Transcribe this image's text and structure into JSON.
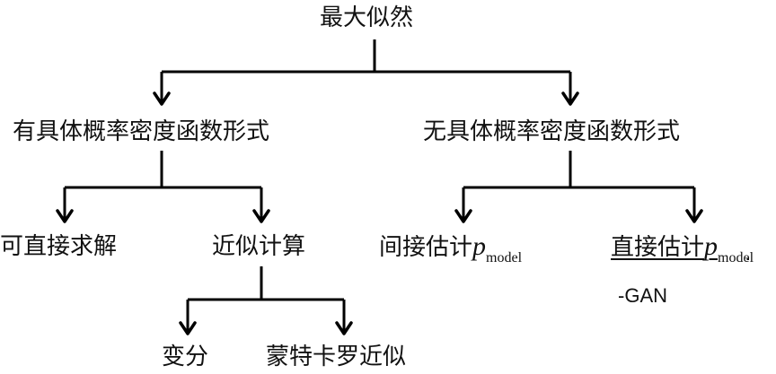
{
  "root": {
    "label": "最大似然"
  },
  "level1": {
    "left": {
      "label": "有具体概率密度函数形式"
    },
    "right": {
      "label": "无具体概率密度函数形式"
    }
  },
  "level2": {
    "direct_solve": {
      "label": "可直接求解"
    },
    "approx": {
      "label": "近似计算"
    },
    "indirect": {
      "prefix": "间接估计",
      "var": "p",
      "sub": "model"
    },
    "direct_est": {
      "prefix": "直接估计",
      "var": "p",
      "sub": "model",
      "note": "-GAN"
    }
  },
  "level3": {
    "variational": {
      "label": "变分"
    },
    "mcmc": {
      "label": "蒙特卡罗近似"
    }
  },
  "colors": {
    "line": "#000000",
    "text": "#111111",
    "background": "#ffffff"
  }
}
